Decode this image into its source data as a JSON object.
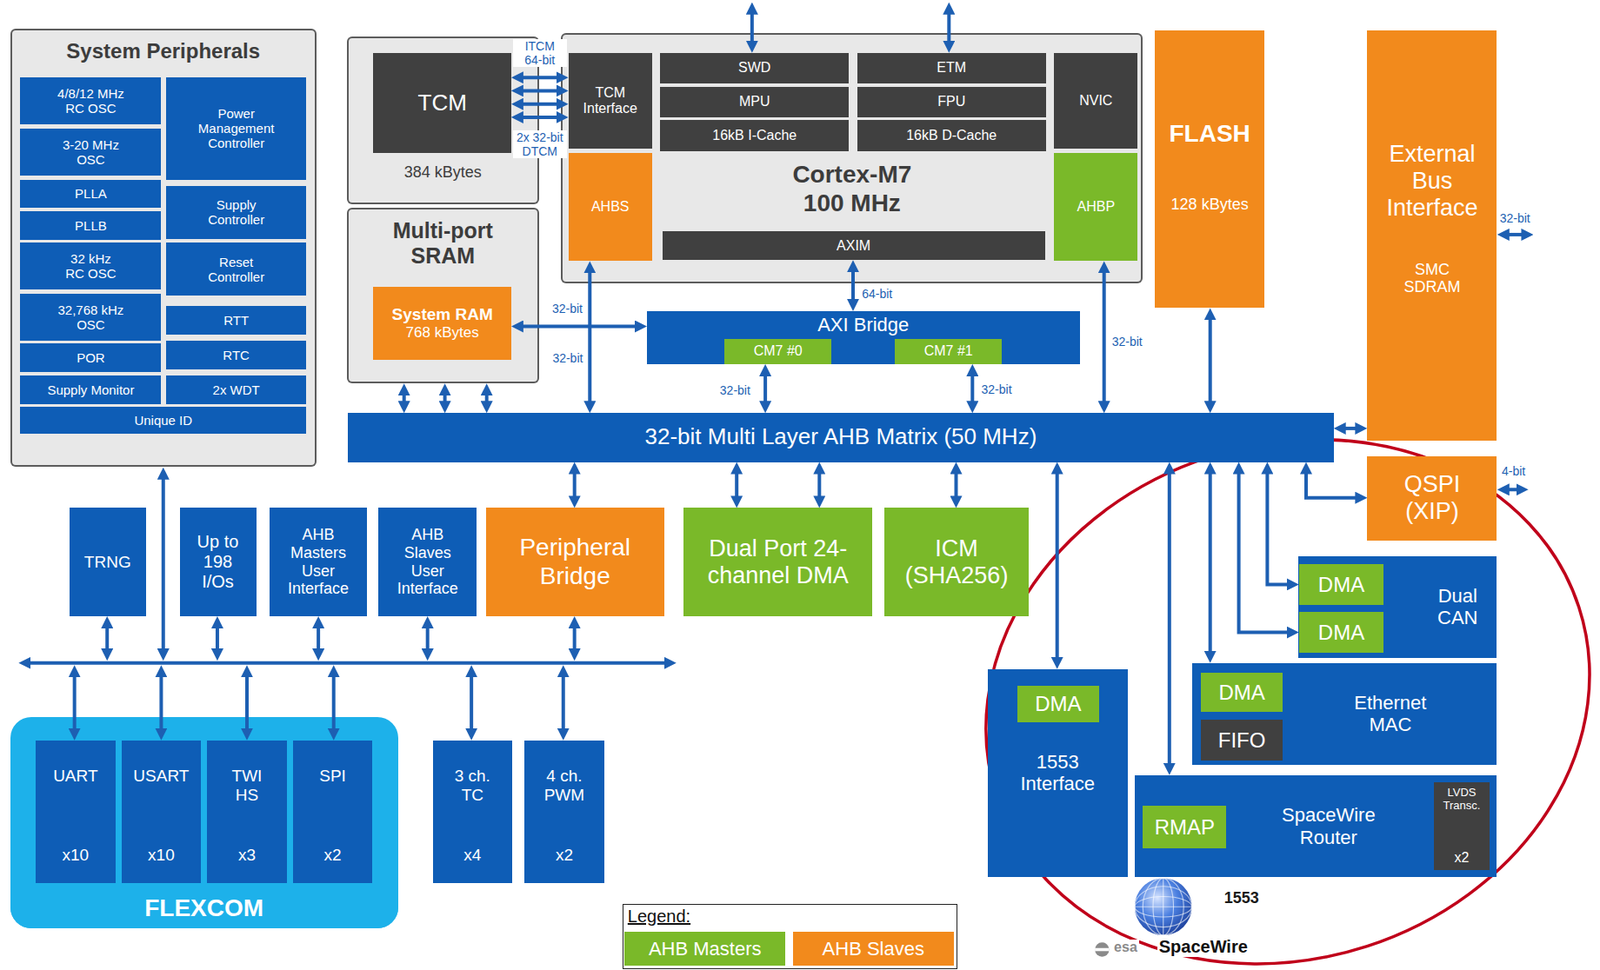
{
  "diagram": {
    "nodes": [
      {
        "text": [
          "System Peripherals"
        ]
      },
      {
        "text": [
          "4/8/12 MHz RC OSC"
        ],
        "in": 0
      },
      {
        "text": [
          "3-20 MHz OSC"
        ],
        "in": 0
      },
      {
        "text": [
          "PLLA"
        ],
        "in": 0
      },
      {
        "text": [
          "PLLB"
        ],
        "in": 0
      },
      {
        "text": [
          "32 kHz RC OSC"
        ],
        "in": 0
      },
      {
        "text": [
          "32,768 kHz OSC"
        ],
        "in": 0
      },
      {
        "text": [
          "POR"
        ],
        "in": 0
      },
      {
        "text": [
          "Supply Monitor"
        ],
        "in": 0
      },
      {
        "text": [
          "Power Management Controller"
        ],
        "in": 0
      },
      {
        "text": [
          "Supply Controller"
        ],
        "in": 0
      },
      {
        "text": [
          "Reset Controller"
        ],
        "in": 0
      },
      {
        "text": [
          "RTT"
        ],
        "in": 0
      },
      {
        "text": [
          "RTC"
        ],
        "in": 0
      },
      {
        "text": [
          "2x WDT"
        ],
        "in": 0
      },
      {
        "text": [
          "Unique ID"
        ],
        "in": 0
      },
      {
        "text": [
          "384 kBytes"
        ]
      },
      {
        "text": [
          "TCM"
        ],
        "in": 16
      },
      {
        "text": [
          "Multi-port SRAM"
        ]
      },
      {
        "text": [
          "System RAM",
          "768 kBytes"
        ],
        "in": 18
      },
      {
        "text": [
          "Cortex-M7 100 MHz"
        ]
      },
      {
        "text": [
          "TCM Interface"
        ],
        "in": 20
      },
      {
        "text": [
          "AHBS"
        ],
        "in": 20
      },
      {
        "text": [
          "SWD"
        ],
        "in": 20
      },
      {
        "text": [
          "MPU"
        ],
        "in": 20
      },
      {
        "text": [
          "16kB I-Cache"
        ],
        "in": 20
      },
      {
        "text": [
          "ETM"
        ],
        "in": 20
      },
      {
        "text": [
          "FPU"
        ],
        "in": 20
      },
      {
        "text": [
          "16kB D-Cache"
        ],
        "in": 20
      },
      {
        "text": [
          "NVIC"
        ],
        "in": 20
      },
      {
        "text": [
          "AHBP"
        ],
        "in": 20
      },
      {
        "text": [
          "AXIM"
        ],
        "in": 20
      },
      {
        "text": [
          "FLASH",
          "128 kBytes"
        ]
      },
      {
        "text": [
          "External Bus Interface",
          "SMC SDRAM"
        ]
      },
      {
        "text": [
          "AXI Bridge"
        ]
      },
      {
        "text": [
          "CM7 #0"
        ],
        "in": 34
      },
      {
        "text": [
          "CM7 #1"
        ],
        "in": 34
      },
      {
        "text": [
          "32-bit Multi Layer AHB Matrix (50 MHz)"
        ]
      },
      {
        "text": [
          "QSPI (XIP)"
        ]
      },
      {
        "text": [
          "TRNG"
        ]
      },
      {
        "text": [
          "Up to 198 I/Os"
        ]
      },
      {
        "text": [
          "AHB Masters User Interface"
        ]
      },
      {
        "text": [
          "AHB Slaves User Interface"
        ]
      },
      {
        "text": [
          "Peripheral Bridge"
        ]
      },
      {
        "text": [
          "Dual Port 24-channel DMA"
        ]
      },
      {
        "text": [
          "ICM (SHA256)"
        ]
      },
      {
        "text": [
          "Dual CAN"
        ]
      },
      {
        "text": [
          "DMA"
        ],
        "in": 46
      },
      {
        "text": [
          "DMA"
        ],
        "in": 46
      },
      {
        "text": [
          "Ethernet MAC"
        ]
      },
      {
        "text": [
          "DMA"
        ],
        "in": 49
      },
      {
        "text": [
          "FIFO"
        ],
        "in": 49
      },
      {
        "text": [
          "1553 Interface"
        ]
      },
      {
        "text": [
          "DMA"
        ],
        "in": 52
      },
      {
        "text": [
          "SpaceWire Router"
        ]
      },
      {
        "text": [
          "RMAP"
        ],
        "in": 54
      },
      {
        "text": [
          "LVDS Transc.",
          "x2"
        ],
        "in": 54
      },
      {
        "text": [
          "FLEXCOM"
        ]
      },
      {
        "text": [
          "UART",
          "x10"
        ],
        "in": 57
      },
      {
        "text": [
          "USART",
          "x10"
        ],
        "in": 57
      },
      {
        "text": [
          "TWI HS",
          "x3"
        ],
        "in": 57
      },
      {
        "text": [
          "SPI",
          "x2"
        ],
        "in": 57
      },
      {
        "text": [
          "3 ch. TC",
          "x4"
        ]
      },
      {
        "text": [
          "4 ch. PWM",
          "x2"
        ]
      }
    ],
    "edges": [
      {
        "from": 17,
        "to": 21,
        "arrow": "both",
        "label": "ITCM 64-bit"
      },
      {
        "from": 17,
        "to": 21,
        "arrow": "both"
      },
      {
        "from": 17,
        "to": 21,
        "arrow": "both"
      },
      {
        "from": 17,
        "to": 21,
        "arrow": "both",
        "label": "2x 32-bit DTCM"
      },
      {
        "from": 19,
        "to": 34,
        "arrow": "both",
        "label": "32-bit"
      },
      {
        "from": 18,
        "to": 37,
        "arrow": "both"
      },
      {
        "from": 18,
        "to": 37,
        "arrow": "both"
      },
      {
        "from": 18,
        "to": 37,
        "arrow": "both"
      },
      {
        "from": 22,
        "to": 37,
        "arrow": "both",
        "label": "32-bit"
      },
      {
        "from": 31,
        "to": 34,
        "arrow": "both",
        "label": "64-bit"
      },
      {
        "from": 35,
        "to": 37,
        "arrow": "both",
        "label": "32-bit"
      },
      {
        "from": 36,
        "to": 37,
        "arrow": "both",
        "label": "32-bit"
      },
      {
        "from": 30,
        "to": 37,
        "arrow": "both",
        "label": "32-bit"
      },
      {
        "from": 32,
        "to": 37,
        "arrow": "both"
      },
      {
        "from": 37,
        "to": 33,
        "arrow": "both"
      },
      {
        "from": 37,
        "to": 38,
        "arrow": "both"
      },
      {
        "from": 37,
        "to": 43,
        "arrow": "both"
      },
      {
        "from": 37,
        "to": 44,
        "arrow": "both"
      },
      {
        "from": 37,
        "to": 44,
        "arrow": "both"
      },
      {
        "from": 37,
        "to": 45,
        "arrow": "both"
      },
      {
        "from": 37,
        "to": 52,
        "arrow": "both"
      },
      {
        "from": 37,
        "to": 54,
        "arrow": "both"
      },
      {
        "from": 37,
        "to": 49,
        "arrow": "both"
      },
      {
        "from": 37,
        "to": 48,
        "arrow": "both"
      },
      {
        "from": 37,
        "to": 47,
        "arrow": "both"
      }
    ],
    "labels": [
      "32-bit",
      "4-bit",
      "1553",
      "esa",
      "SpaceWire",
      "Legend:"
    ],
    "legend": [
      {
        "text": "AHB Masters",
        "color": "#7ab929"
      },
      {
        "text": "AHB Slaves",
        "color": "#f28a1c"
      }
    ]
  }
}
